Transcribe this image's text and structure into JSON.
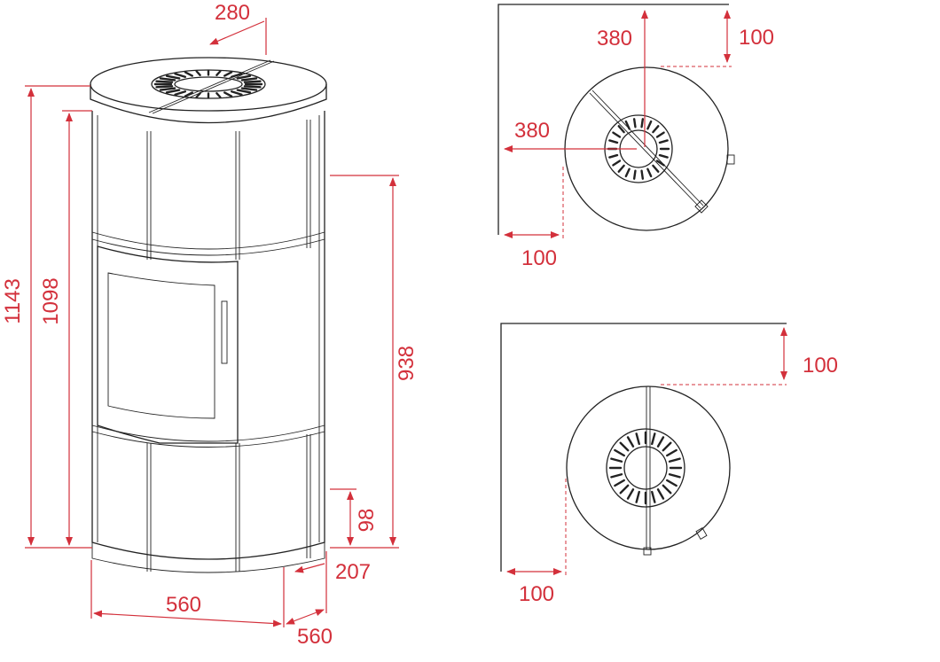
{
  "colors": {
    "dimension": "#d3303b",
    "outline": "#222222"
  },
  "front_view": {
    "height_total": "1143",
    "height_body": "1098",
    "height_flue": "938",
    "height_air_inlet": "98",
    "width": "560",
    "depth": "560",
    "air_inlet_offset": "207",
    "flue_diameter": "280"
  },
  "plan_corner": {
    "flue_from_back": "380",
    "flue_from_side": "380",
    "clearance_back": "100",
    "clearance_side": "100"
  },
  "plan_wall": {
    "clearance_back": "100",
    "clearance_side": "100"
  }
}
